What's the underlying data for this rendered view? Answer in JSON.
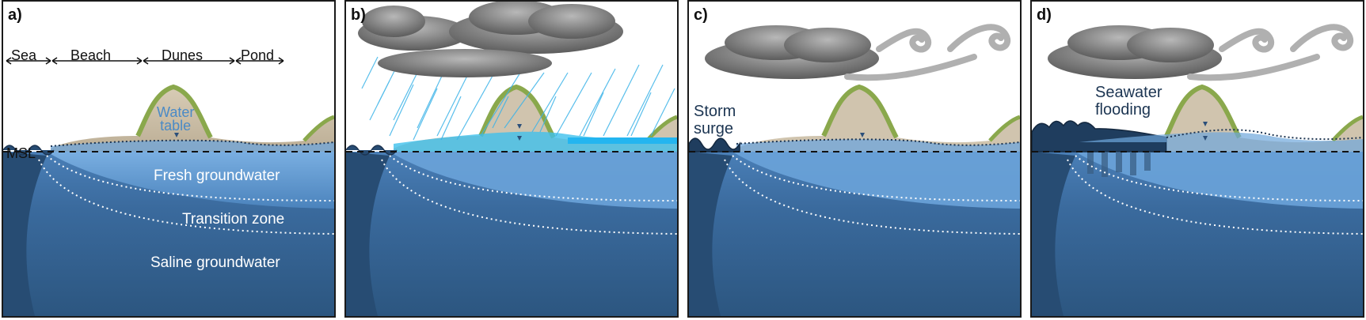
{
  "panels": [
    {
      "label": "a)"
    },
    {
      "label": "b)"
    },
    {
      "label": "c)"
    },
    {
      "label": "d)"
    }
  ],
  "zones": [
    "Sea",
    "Beach",
    "Dunes",
    "Pond"
  ],
  "labels": {
    "water_table_line1": "Water",
    "water_table_line2": "table",
    "msl": "MSL",
    "fresh": "Fresh groundwater",
    "transition": "Transition zone",
    "saline": "Saline groundwater",
    "storm_line1": "Storm",
    "storm_line2": "surge",
    "flood_line1": "Seawater",
    "flood_line2": "flooding"
  },
  "colors": {
    "saline": "#2f5f8e",
    "fresh": "#5f9bd6",
    "sand": "#cbbfa9",
    "grass": "#8aa84c",
    "rain": "#3bb3e8",
    "cloud": "#6d6d6d"
  }
}
